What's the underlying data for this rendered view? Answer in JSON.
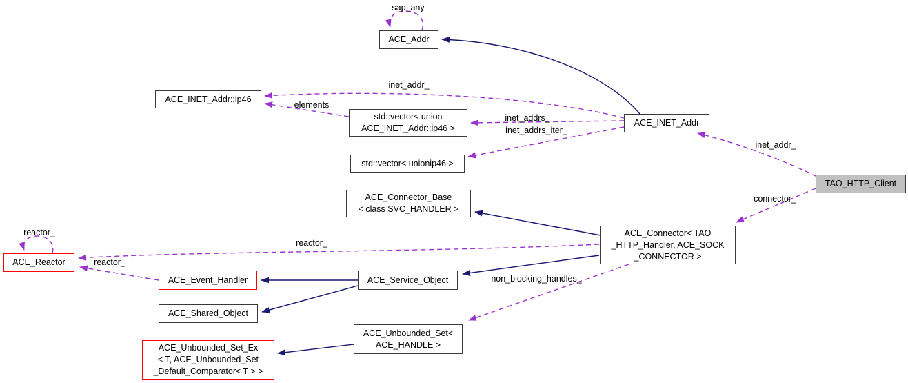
{
  "diagram": {
    "title": "TAO_HTTP_Client collaboration graph",
    "nodes": {
      "ace_addr": "ACE_Addr",
      "ip46": "ACE_INET_Addr::ip46",
      "vector_union_ip46": "std::vector< union\nACE_INET_Addr::ip46 >",
      "vector_unionip46": "std::vector< unionip46 >",
      "inet_addr": "ACE_INET_Addr",
      "tao_http_client": "TAO_HTTP_Client",
      "connector_base": "ACE_Connector_Base\n< class SVC_HANDLER >",
      "connector": "ACE_Connector< TAO\n_HTTP_Handler, ACE_SOCK\n_CONNECTOR >",
      "reactor": "ACE_Reactor",
      "event_handler": "ACE_Event_Handler",
      "service_object": "ACE_Service_Object",
      "shared_object": "ACE_Shared_Object",
      "unbounded_set": "ACE_Unbounded_Set<\nACE_HANDLE >",
      "unbounded_set_ex": "ACE_Unbounded_Set_Ex\n< T, ACE_Unbounded_Set\n_Default_Comparator< T > >"
    },
    "edge_labels": {
      "sap_any": "sap_any",
      "inet_addr_top": "inet_addr_",
      "elements": "elements",
      "inet_addrs": "inet_addrs_",
      "inet_addrs_iter": "inet_addrs_iter_",
      "inet_addr_right": "inet_addr_",
      "connector": "connector_",
      "reactor_loop": "reactor_",
      "reactor_far": "reactor_",
      "reactor_mid": "reactor_",
      "non_blocking_handles": "non_blocking_handles_"
    },
    "colors": {
      "inheritance_edge": "#191970",
      "usage_edge": "#9a32cd",
      "node_border": "#3a3a3a",
      "highlight_border": "#ff0000",
      "current_node_fill": "#c0c0c0",
      "background": "#ffffff"
    }
  }
}
